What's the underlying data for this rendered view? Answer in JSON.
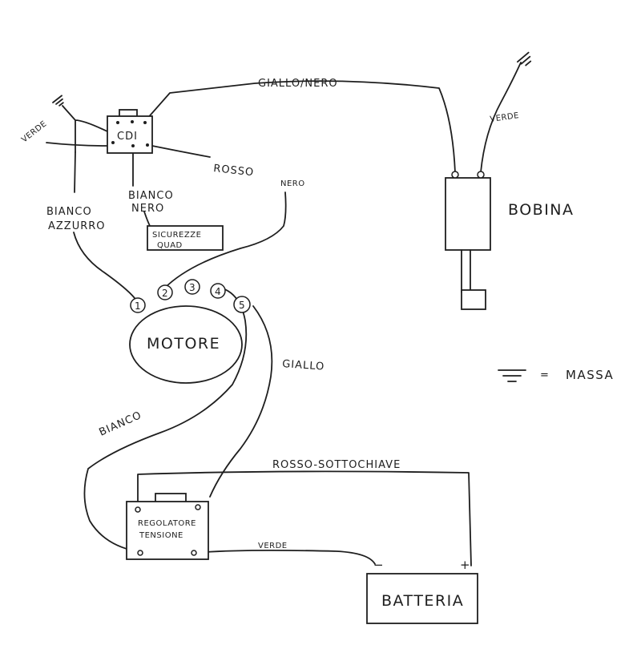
{
  "components": {
    "cdi": "CDI",
    "bobina": "BOBINA",
    "motore": "MOTORE",
    "sicurezze": [
      "SICUREZZE",
      "QUAD"
    ],
    "regolatore": [
      "REGOLATORE",
      "TENSIONE"
    ],
    "batteria": "BATTERIA"
  },
  "wires": {
    "giallo_nero": "GIALLO/NERO",
    "verde_cdi": "VERDE",
    "verde_bobina": "VERDE",
    "rosso": "ROSSO",
    "nero": "NERO",
    "bianco_azzurro": [
      "BIANCO",
      "AZZURRO"
    ],
    "bianco_nero": [
      "BIANCO",
      "NERO"
    ],
    "giallo": "GIALLO",
    "bianco": "BIANCO",
    "rosso_sottochiave": "ROSSO-SOTTOCHIAVE",
    "verde_regolatore": "VERDE"
  },
  "pins": [
    "1",
    "2",
    "3",
    "4",
    "5"
  ],
  "battery_terminals": {
    "negative": "−",
    "positive": "+"
  },
  "legend": {
    "equals": "=",
    "massa": "MASSA"
  },
  "icons": {
    "ground": "ground-symbol-icon"
  }
}
